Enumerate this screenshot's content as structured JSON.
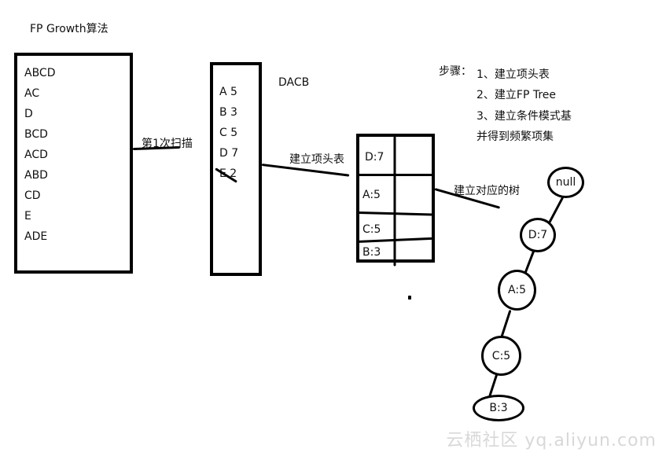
{
  "title": "FP Growth算法",
  "transactions": [
    "ABCD",
    "AC",
    "D",
    "BCD",
    "ACD",
    "ABD",
    "CD",
    "E",
    "ADE"
  ],
  "scan_label": "第1次扫描",
  "counts": [
    "A 5",
    "B 3",
    "C 5",
    "D 7",
    "E 2"
  ],
  "order_label": "DACB",
  "build_header_label": "建立项头表",
  "header_table": [
    "D:7",
    "A:5",
    "C:5",
    "B:3"
  ],
  "build_tree_label": "建立对应的树",
  "steps": {
    "heading": "步骤：",
    "items": [
      "1、建立项头表",
      "2、建立FP Tree",
      "3、建立条件模式基",
      "并得到频繁项集"
    ]
  },
  "tree_nodes": [
    "null",
    "D:7",
    "A:5",
    "C:5",
    "B:3"
  ],
  "watermark": "云栖社区 yq.aliyun.com"
}
